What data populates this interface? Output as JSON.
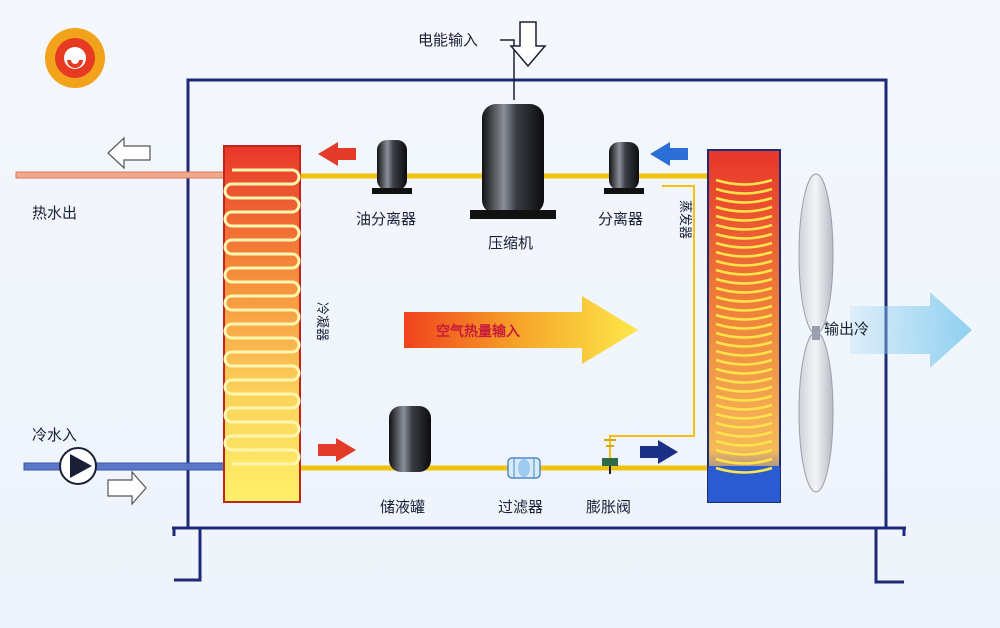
{
  "labels": {
    "power_input": "电能输入",
    "hot_water_out": "热水出",
    "cold_water_in": "冷水入",
    "oil_separator": "油分离器",
    "compressor": "压缩机",
    "separator": "分离器",
    "evaporator": "蒸发器",
    "condenser": "冷凝器",
    "air_heat_input": "空气热量输入",
    "cold_output": "输出冷",
    "receiver": "储液罐",
    "filter": "过滤器",
    "expansion_valve": "膨胀阀"
  },
  "colors": {
    "frame": "#1e2a78",
    "condenser_red": "#e8362a",
    "evaporator_blue": "#2a5bd0",
    "pipe_yellow": "#f1c30f",
    "hot_pipe": "#f1a98a",
    "cold_pipe": "#5b78c8",
    "arrow_red": "#e23b2a",
    "arrow_blue": "#2b6fd6",
    "arrow_navy": "#1c2f86"
  },
  "icons": {
    "logo": "company-logo",
    "pump": "water-pump-icon",
    "fan": "fan-blade-icon"
  }
}
